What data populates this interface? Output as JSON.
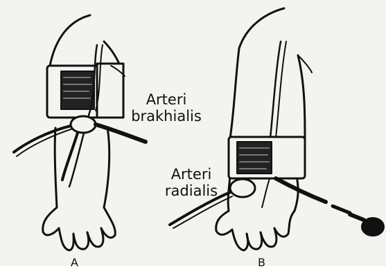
{
  "labels": {
    "brachial_line1": "Arteri",
    "brachial_line2": "brakhialis",
    "radial_line1": "Arteri",
    "radial_line2": "radialis",
    "panel_a": "A",
    "panel_b": "B"
  }
}
